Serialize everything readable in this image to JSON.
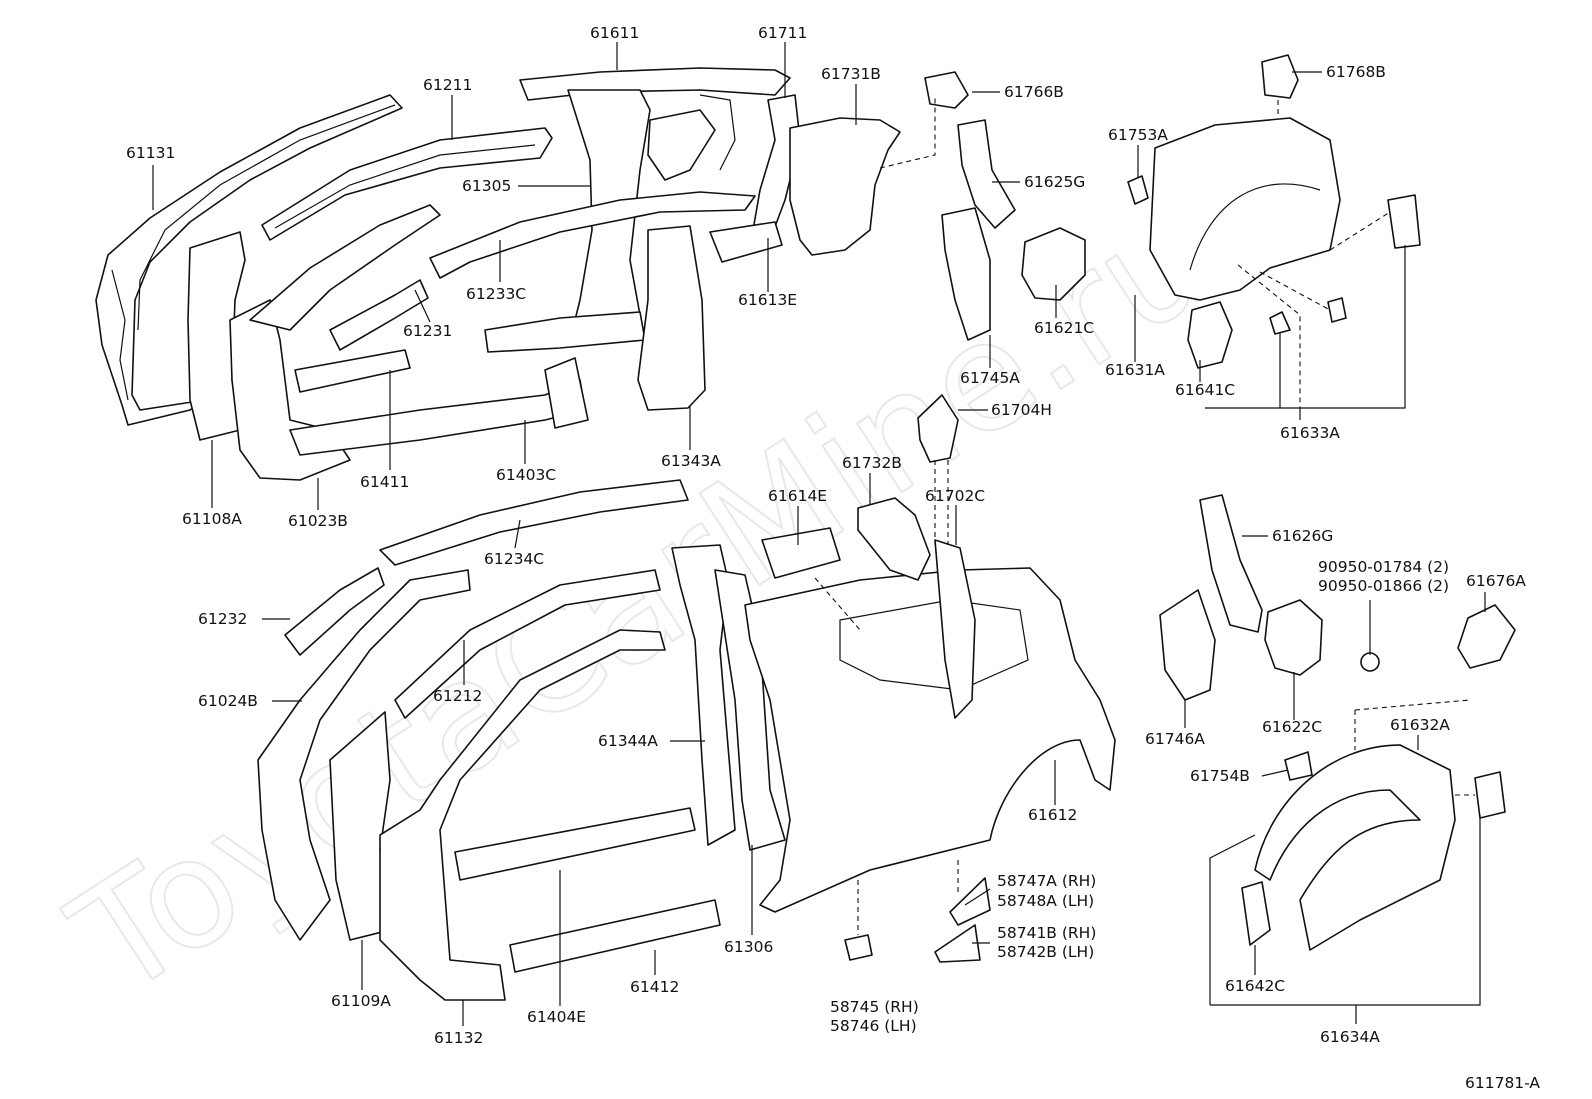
{
  "watermark": "ToyotaCarMine.ru",
  "diagram_id": "611781-A",
  "labels": {
    "l61611": "61611",
    "l61711": "61711",
    "l61211": "61211",
    "l61731B": "61731B",
    "l61766B": "61766B",
    "l61768B": "61768B",
    "l61131": "61131",
    "l61305": "61305",
    "l61625G": "61625G",
    "l61753A": "61753A",
    "l61233C": "61233C",
    "l61613E": "61613E",
    "l61231": "61231",
    "l61621C": "61621C",
    "l61631A": "61631A",
    "l61745A": "61745A",
    "l61641C": "61641C",
    "l61411": "61411",
    "l61403C": "61403C",
    "l61704H": "61704H",
    "l61633A": "61633A",
    "l61343A": "61343A",
    "l61108A": "61108A",
    "l61023B": "61023B",
    "l61732B": "61732B",
    "l61614E": "61614E",
    "l61702C": "61702C",
    "l61234C": "61234C",
    "l61626G": "61626G",
    "l90950_01784": "90950-01784 (2)",
    "l90950_01866": "90950-01866 (2)",
    "l61676A": "61676A",
    "l61232": "61232",
    "l61212": "61212",
    "l61622C": "61622C",
    "l61024B": "61024B",
    "l61632A": "61632A",
    "l61344A": "61344A",
    "l61746A": "61746A",
    "l61754B": "61754B",
    "l61612": "61612",
    "l58747A": "58747A (RH)",
    "l58748A": "58748A (LH)",
    "l58741B": "58741B (RH)",
    "l58742B": "58742B (LH)",
    "l61306": "61306",
    "l61412": "61412",
    "l61109A": "61109A",
    "l61404E": "61404E",
    "l61642C": "61642C",
    "l58745": "58745 (RH)",
    "l58746": "58746 (LH)",
    "l61132": "61132",
    "l61634A": "61634A"
  }
}
